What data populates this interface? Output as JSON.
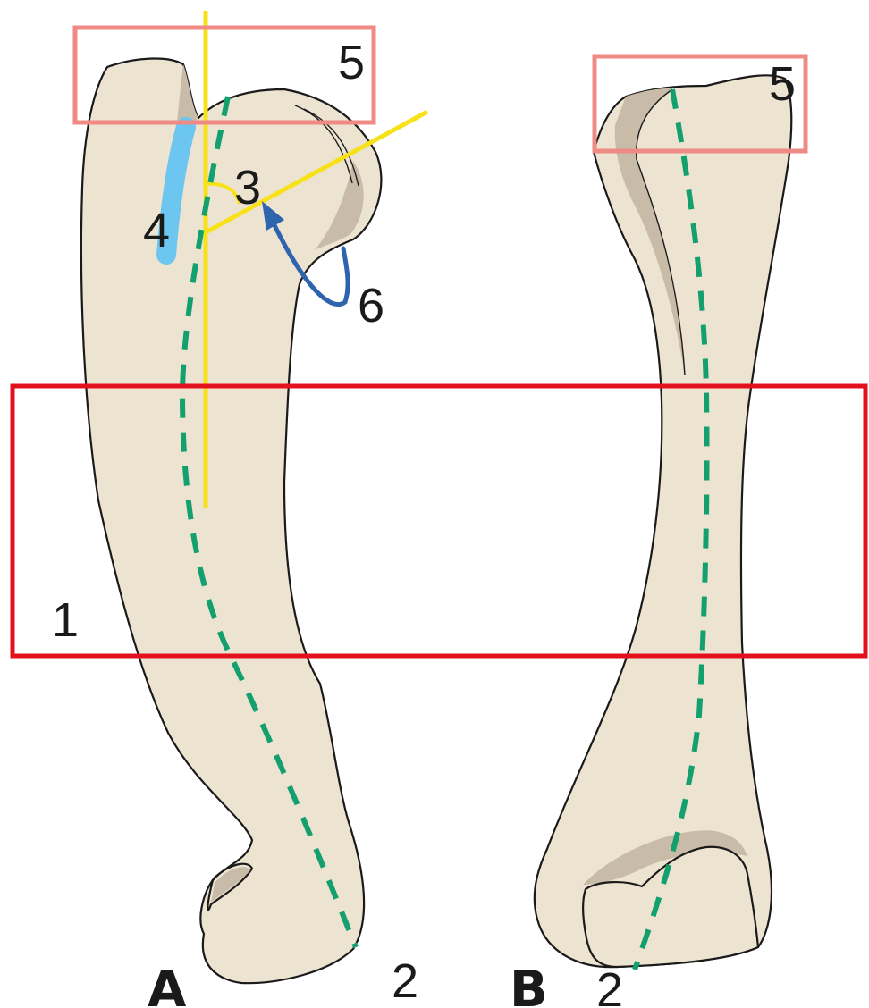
{
  "figure": {
    "views": [
      {
        "id": "A",
        "label": "A"
      },
      {
        "id": "B",
        "label": "B"
      }
    ],
    "markers": {
      "diaphysis_region": "1",
      "distal_end_A": "2",
      "distal_end_B": "2",
      "angle": "3",
      "groove": "4",
      "proximal_region_A": "5",
      "proximal_region_B": "5",
      "rotation_arrow": "6"
    }
  },
  "colors": {
    "bone_fill": "#ede3d1",
    "bone_shade": "#c8bba8",
    "outline": "#1a1a1a",
    "axis_dashed": "#14a06e",
    "reference_lines": "#f7e21a",
    "diaphysis_box": "#e3101e",
    "proximal_box": "#ef8a85",
    "groove": "#6cc6f0",
    "arrow": "#2e64ad"
  }
}
